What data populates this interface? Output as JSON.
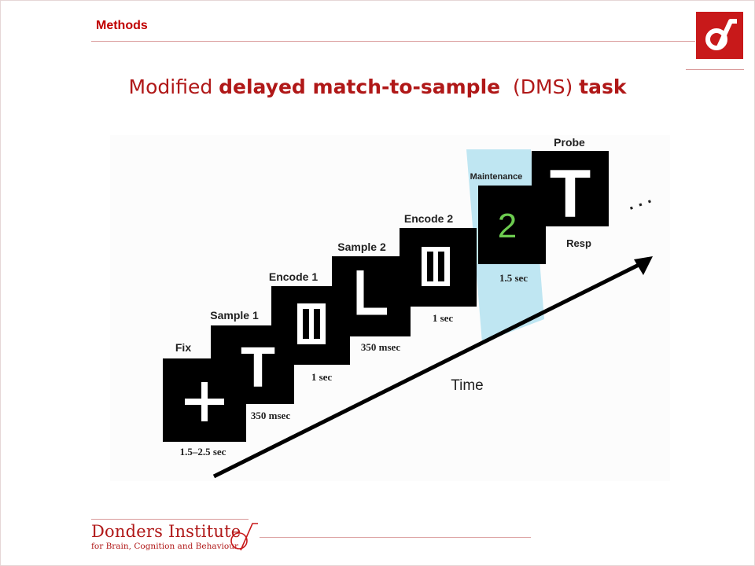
{
  "header": {
    "section": "Methods"
  },
  "title": {
    "part1": "Modified ",
    "part2": "delayed match-to-sample",
    "part3": "  (DMS) ",
    "part4": "task"
  },
  "diagram": {
    "stages": [
      {
        "label": "Fix",
        "stimulus": "+",
        "duration": "1.5–2.5 sec"
      },
      {
        "label": "Sample 1",
        "stimulus": "T",
        "duration": "350 msec"
      },
      {
        "label": "Encode 1",
        "stimulus": "II",
        "duration": "1 sec"
      },
      {
        "label": "Sample 2",
        "stimulus": "L",
        "duration": "350 msec"
      },
      {
        "label": "Encode 2",
        "stimulus": "II",
        "duration": "1 sec"
      },
      {
        "label": "Maintenance",
        "stimulus": "2",
        "duration": "1.5 sec"
      },
      {
        "label": "Probe",
        "stimulus": "T",
        "duration": "Resp"
      }
    ],
    "axis_label": "Time",
    "continuation": ". . .",
    "colors": {
      "panel": "#000000",
      "stimulus": "#ffffff",
      "maintenance_digit": "#6ccb4f",
      "maintenance_highlight": "#bfe6f2"
    }
  },
  "footer": {
    "name": "Donders Institute",
    "subtitle": "for Brain, Cognition and Behaviour"
  },
  "brand": {
    "accent": "#c8191a"
  }
}
